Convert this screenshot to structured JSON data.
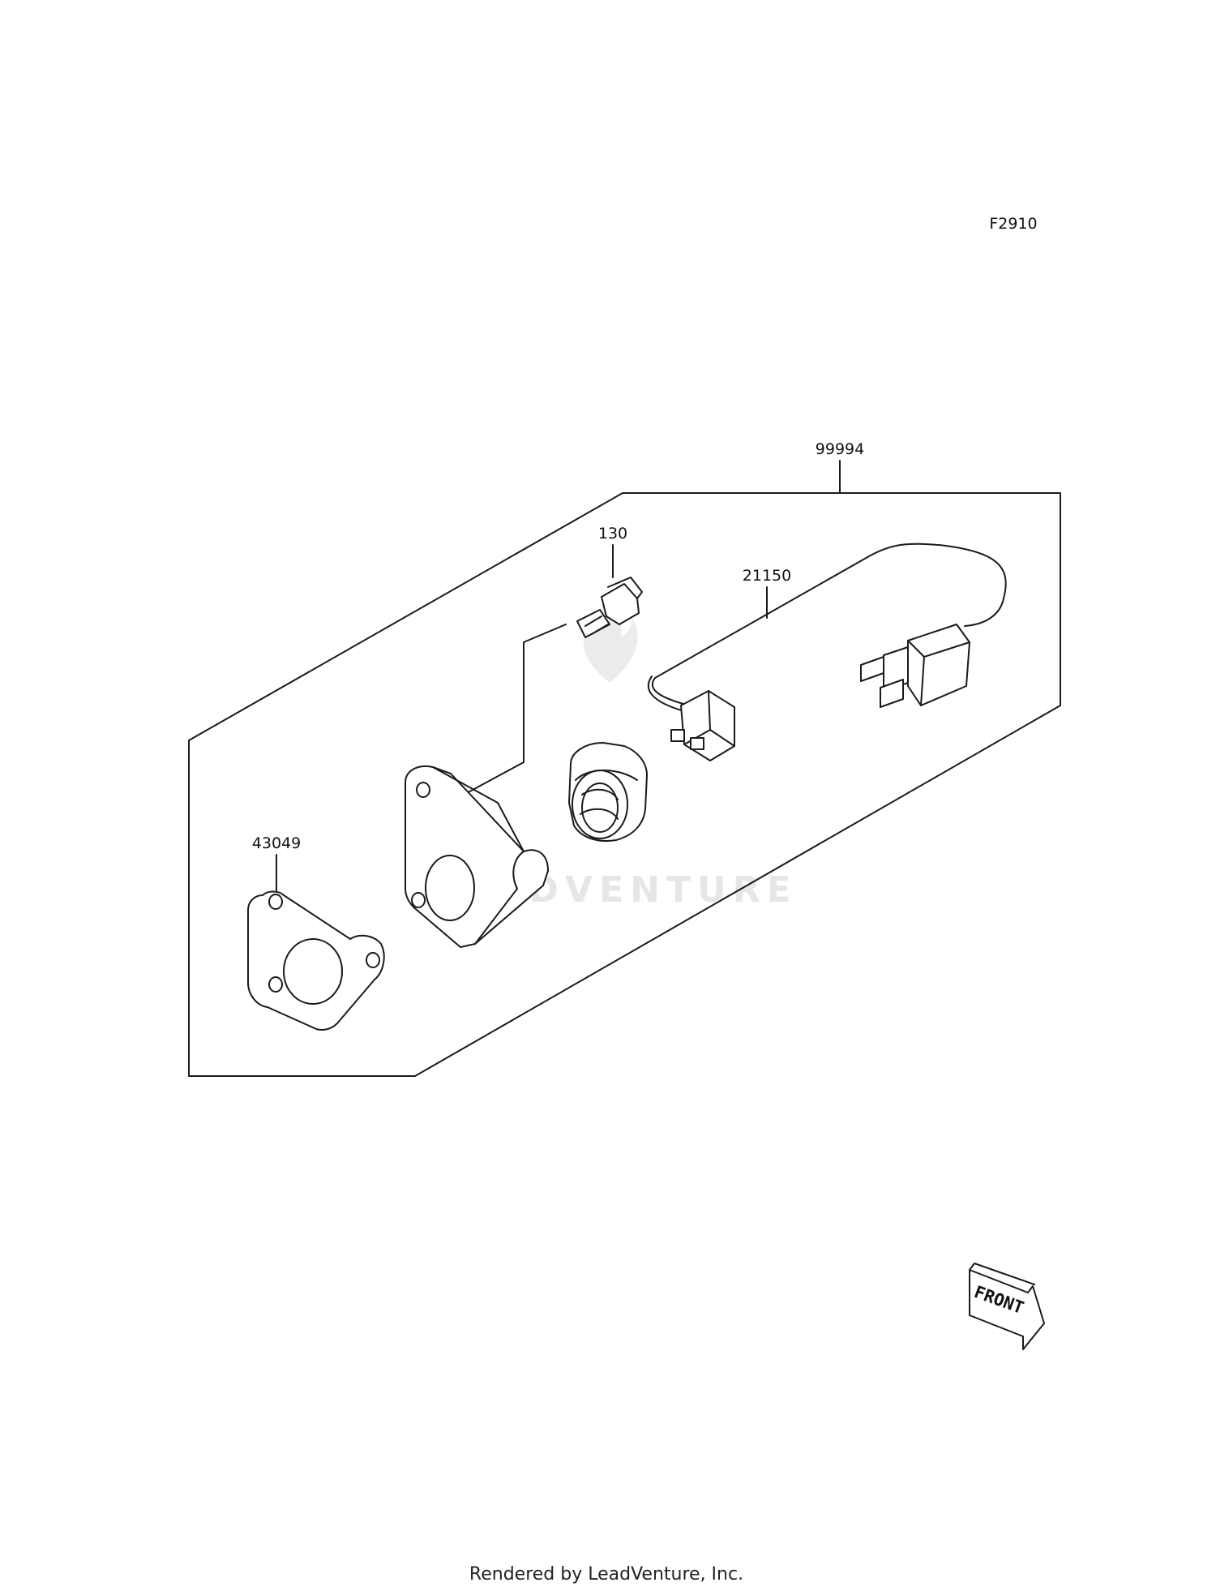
{
  "diagram": {
    "code": "F2910",
    "watermark": "LEADVENTURE",
    "front_label": "FRONT",
    "footer": "Rendered by LeadVenture, Inc.",
    "parts": [
      {
        "id": "kit",
        "number": "99994"
      },
      {
        "id": "bolt",
        "number": "130"
      },
      {
        "id": "harness",
        "number": "21150"
      },
      {
        "id": "gasket",
        "number": "43049"
      }
    ]
  }
}
